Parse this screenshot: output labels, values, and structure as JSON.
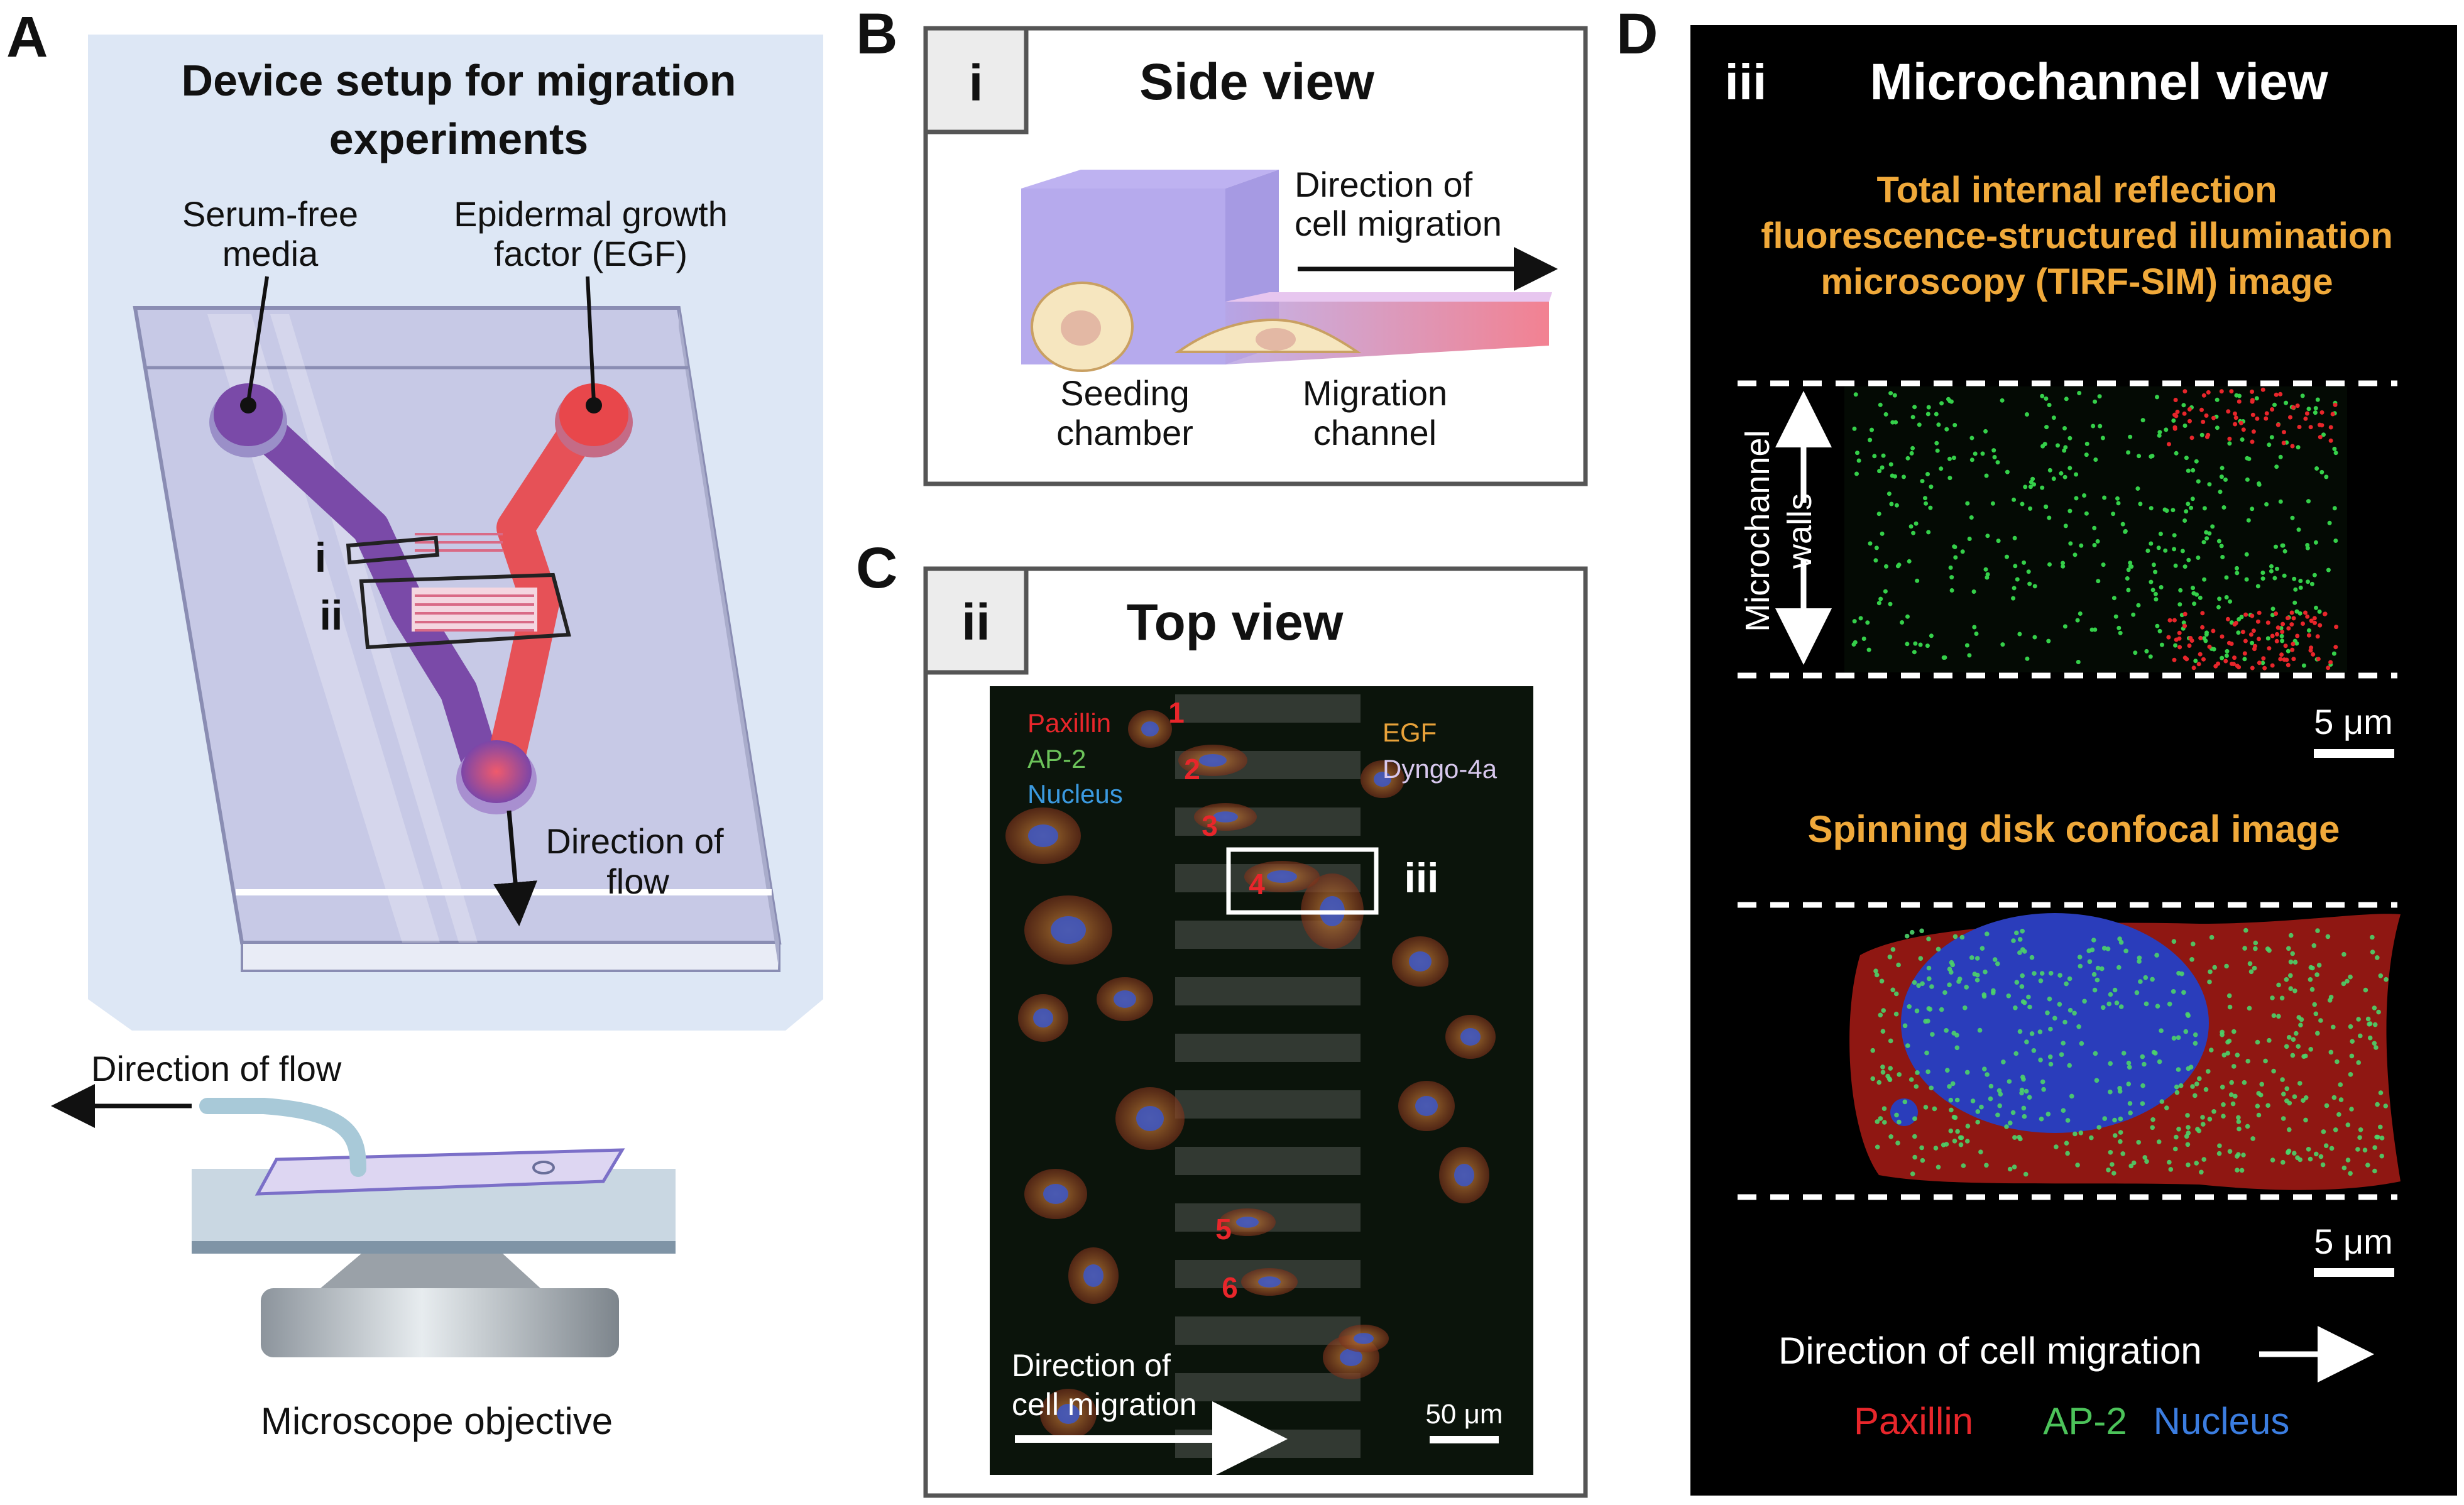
{
  "panelA": {
    "letter": "A",
    "title_l1": "Device setup for migration",
    "title_l2": "experiments",
    "serum_l1": "Serum-free",
    "serum_l2": "media",
    "egf_l1": "Epidermal growth",
    "egf_l2": "factor (EGF)",
    "mark_i": "i",
    "mark_ii": "ii",
    "flow_chip_l1": "Direction of",
    "flow_chip_l2": "flow",
    "flow_tube": "Direction of flow",
    "objective": "Microscope objective"
  },
  "panelB": {
    "letter": "B",
    "tag": "i",
    "title": "Side view",
    "dir_l1": "Direction of",
    "dir_l2": "cell migration",
    "seeding_l1": "Seeding",
    "seeding_l2": "chamber",
    "migration_l1": "Migration",
    "migration_l2": "channel"
  },
  "panelC": {
    "letter": "C",
    "tag": "ii",
    "title": "Top view",
    "legend_left": [
      "Paxillin",
      "AP-2",
      "Nucleus"
    ],
    "legend_right": [
      "EGF",
      "Dyngo-4a"
    ],
    "channel_numbers": [
      "1",
      "2",
      "3",
      "4",
      "5",
      "6"
    ],
    "box_label": "iii",
    "dir_l1": "Direction of",
    "dir_l2": "cell migration",
    "scale": "50 μm"
  },
  "panelD": {
    "letter": "D",
    "tag": "iii",
    "title": "Microchannel view",
    "tirf_l1": "Total internal reflection",
    "tirf_l2": "fluorescence-structured illumination",
    "tirf_l3": "microscopy (TIRF-SIM) image",
    "walls_l1": "Microchannel",
    "walls_l2": "walls",
    "scale1": "5 μm",
    "confocal": "Spinning disk confocal image",
    "scale2": "5 μm",
    "dir": "Direction of cell migration",
    "legend": [
      "Paxillin",
      "AP-2",
      "Nucleus"
    ]
  },
  "colors": {
    "paxillin": "#e8262b",
    "ap2": "#4cc35a",
    "nucleus": "#3b7de0",
    "egf": "#e8a23a",
    "orange_title": "#f0a93a",
    "serum_purple": "#7a4aa8",
    "egf_red": "#e8474b"
  }
}
